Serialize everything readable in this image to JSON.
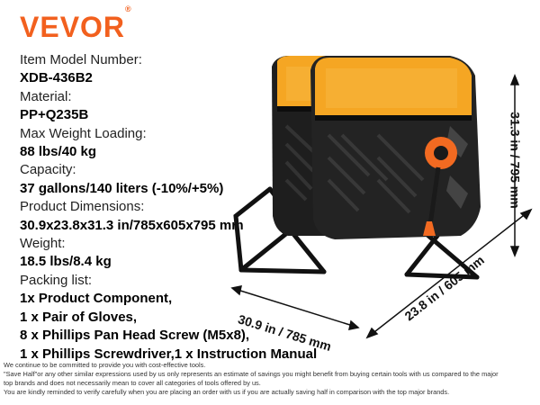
{
  "brand": {
    "name": "VEVOR",
    "mark": "®"
  },
  "specs": [
    {
      "label": "Item Model Number:",
      "value": "XDB-436B2"
    },
    {
      "label": "Material:",
      "value": "PP+Q235B"
    },
    {
      "label": "Max Weight Loading:",
      "value": "88 lbs/40 kg"
    },
    {
      "label": "Capacity:",
      "value": "37 gallons/140 liters (-10%/+5%)"
    },
    {
      "label": "Product Dimensions:",
      "value": "30.9x23.8x31.3 in/785x605x795 mm"
    },
    {
      "label": "Weight:",
      "value": "18.5 lbs/8.4 kg"
    }
  ],
  "packing": {
    "label": "Packing list:",
    "items": [
      "1x Product Component,",
      "1 x Pair of Gloves,",
      "8 x Phillips Pan Head Screw (M5x8),",
      "1 x Phillips Screwdriver,1 x Instruction Manual"
    ]
  },
  "dimensions": {
    "height": "31.3 in / 795 mm",
    "width": "30.9 in / 785 mm",
    "depth": "23.8 in / 605 mm"
  },
  "footer": [
    "We continue to be committed to provide you with cost-effective tools.",
    "\"Save Half\"or any other similar expressions used by us only represents an estimate of savings you might benefit from buying certain tools with us compared to the major",
    "top brands and does not necessarily mean to cover all categories of tools offered by us.",
    "You are kindly reminded to verify carefully when you are placing an order with us if you are actually saving half in comparison with the top major brands."
  ],
  "colors": {
    "brand": "#f2601e",
    "lid": "#f5a623",
    "body": "#1e1e1e",
    "frame": "#111111"
  }
}
